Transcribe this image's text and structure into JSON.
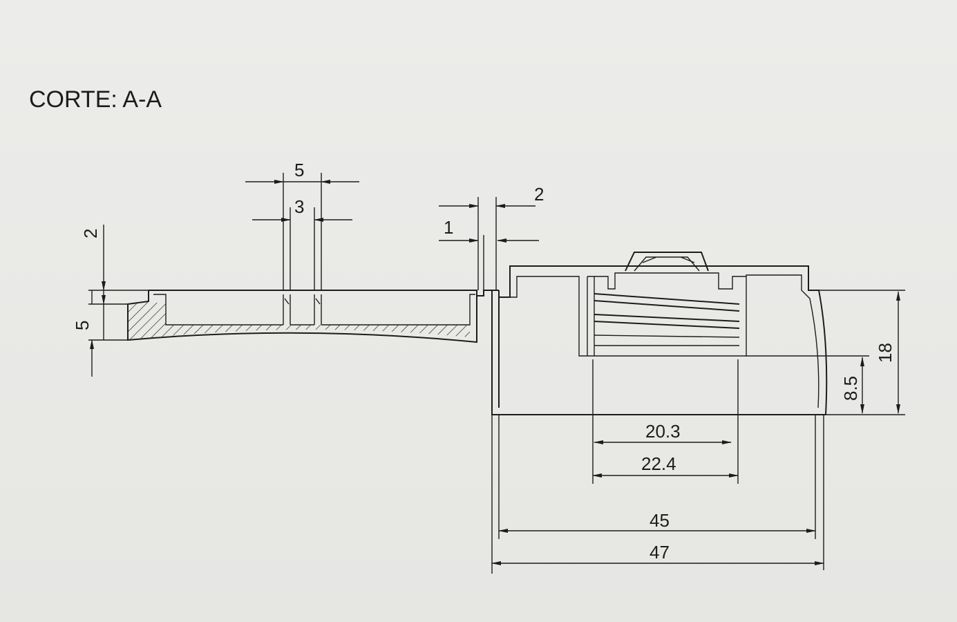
{
  "title": "CORTE: A-A",
  "dimensions": {
    "top_outer_width": "5",
    "top_inner_width": "3",
    "wall_inner": "1",
    "wall_outer": "2",
    "left_top": "2",
    "left_height": "5",
    "height_total": "18",
    "height_lower": "8.5",
    "thread_inner": "20.3",
    "thread_outer": "22.4",
    "inner_diameter": "45",
    "outer_diameter": "47"
  },
  "colors": {
    "ink": "#1c1c1c",
    "paper": "#e8e8e5"
  }
}
